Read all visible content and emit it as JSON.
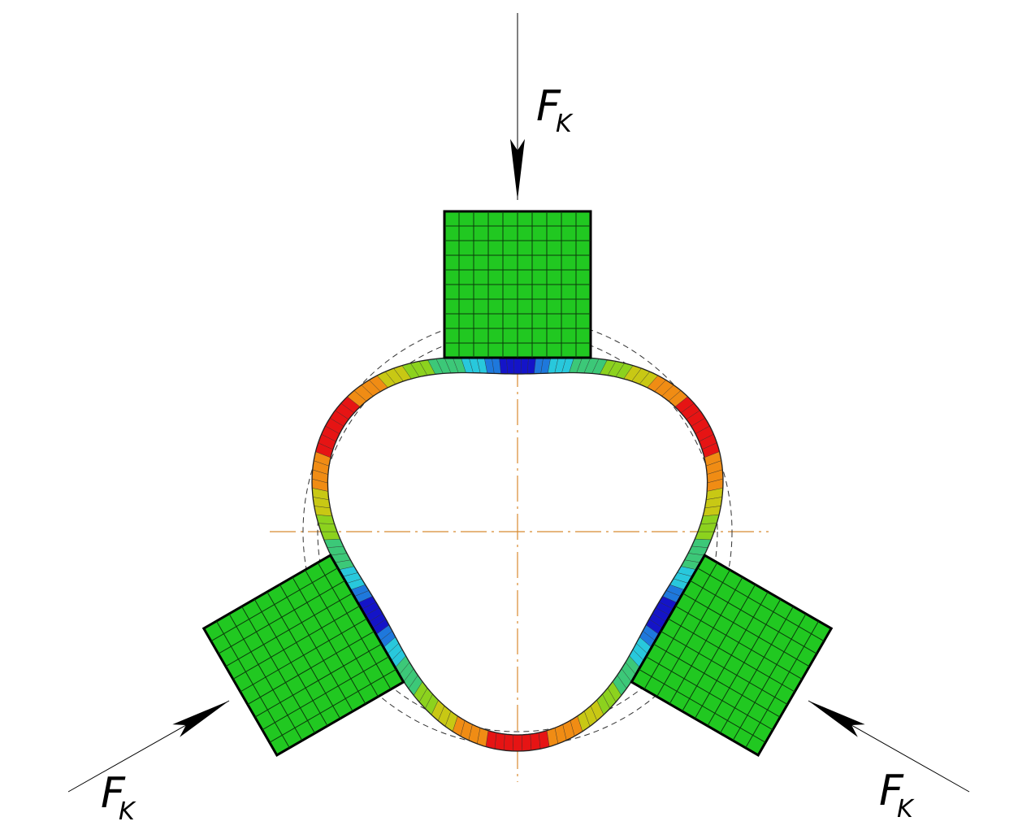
{
  "diagram": {
    "force_label": {
      "main": "F",
      "subscript": "K"
    },
    "contact_blocks": [
      {
        "name": "top"
      },
      {
        "name": "bottom-left"
      },
      {
        "name": "bottom-right"
      }
    ],
    "colors": {
      "block_fill": "#21c821",
      "block_grid": "#0b3a0b",
      "centerline": "#d88a30",
      "reference_circle": "#333333",
      "arrow": "#000000",
      "contour_scale": [
        "#1414c8",
        "#1e78dc",
        "#28c8dc",
        "#3cc878",
        "#8cd21e",
        "#c8c814",
        "#f08c14",
        "#e61414"
      ]
    }
  }
}
